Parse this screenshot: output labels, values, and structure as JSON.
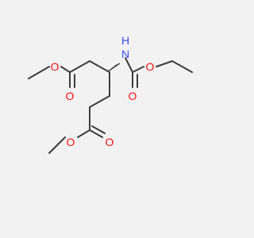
{
  "colors": {
    "background": "#f2f2f2",
    "carbon_bond": "#3c3c3c",
    "oxygen": "#ff0d0d",
    "nitrogen": "#3050f8"
  },
  "atoms": {
    "o_ester_top": "O",
    "o_carbonyl_top": "O",
    "n_amine": "N",
    "h_amine": "H",
    "o_carbamate_carbonyl": "O",
    "o_carbamate_ether": "O",
    "o_ester_bottom": "O",
    "o_carbonyl_bottom": "O"
  }
}
